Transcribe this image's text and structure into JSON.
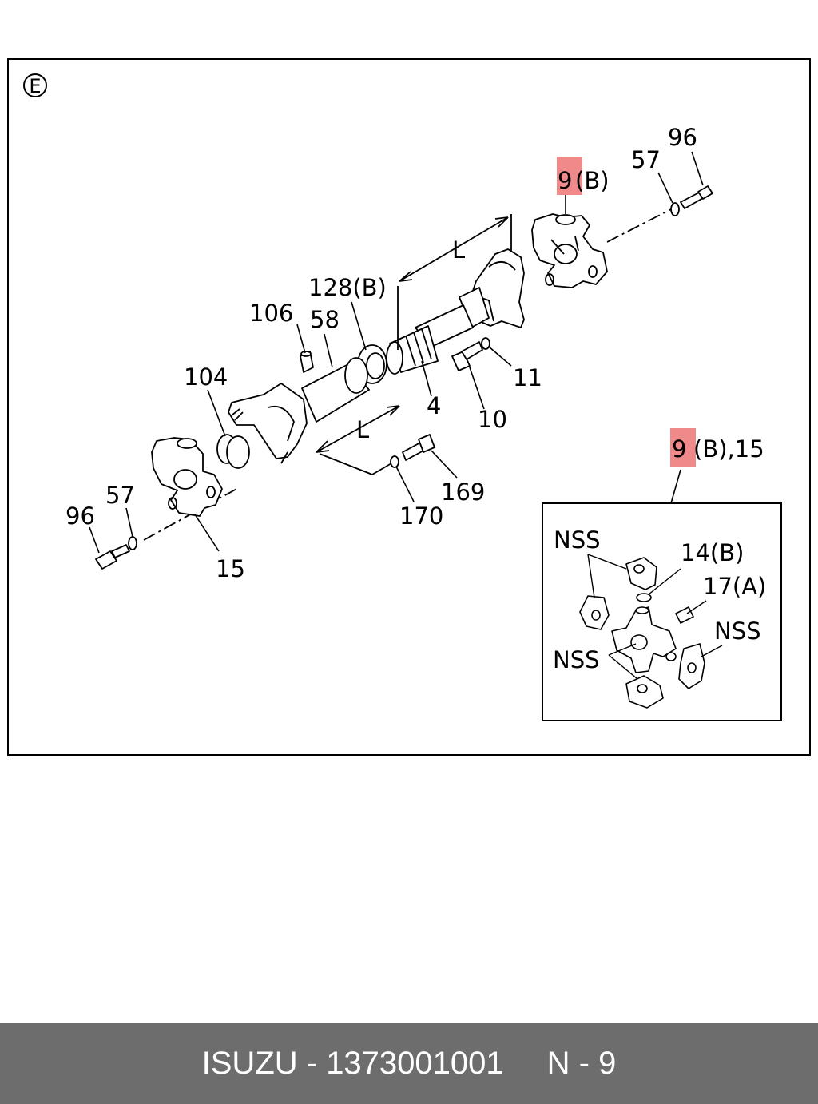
{
  "diagram": {
    "section_mark": "E",
    "callouts": {
      "c9b_top_num": "9",
      "c9b_top_suffix": "(B)",
      "c57_right": "57",
      "c96_right": "96",
      "cL_top": "L",
      "c128b": "128(B)",
      "c106": "106",
      "c58": "58",
      "c104": "104",
      "c4": "4",
      "c10": "10",
      "c11": "11",
      "cL_bottom": "L",
      "c169": "169",
      "c170": "170",
      "c57_left": "57",
      "c96_left": "96",
      "c15": "15"
    },
    "inset": {
      "header_num": "9",
      "header_suffix": "(B),15",
      "nss_top": "NSS",
      "c14b": "14(B)",
      "c17a": "17(A)",
      "nss_right": "NSS",
      "nss_left": "NSS"
    },
    "highlight_color": "#f08a8a"
  },
  "footer": {
    "part_label": "ISUZU - 1373001001",
    "page_label": "N - 9"
  }
}
